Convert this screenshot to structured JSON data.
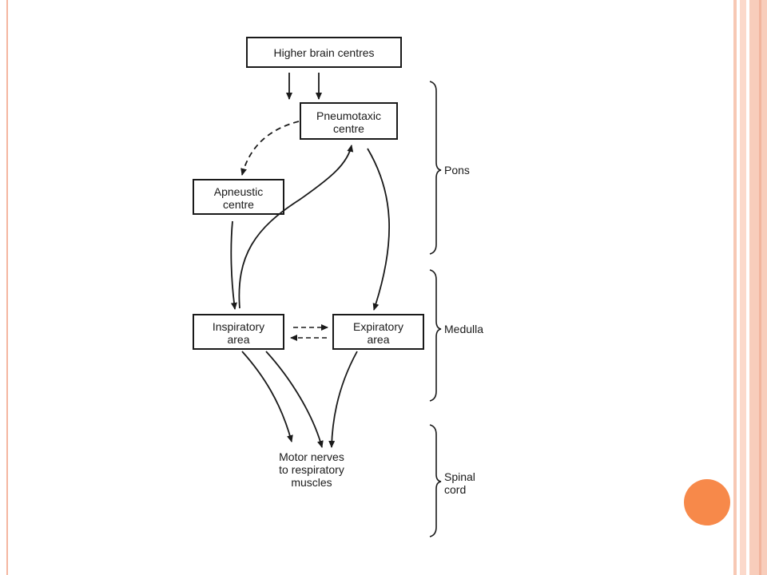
{
  "boxes": {
    "higher_brain": "Higher brain centres",
    "pneumotaxic": [
      "Pneumotaxic",
      "centre"
    ],
    "apneustic": [
      "Apneustic",
      "centre"
    ],
    "inspiratory": [
      "Inspiratory",
      "area"
    ],
    "expiratory": [
      "Expiratory",
      "area"
    ]
  },
  "motor_nerves": [
    "Motor nerves",
    "to respiratory",
    "muscles"
  ],
  "regions": {
    "pons": "Pons",
    "medulla": "Medulla",
    "spinal": [
      "Spinal",
      "cord"
    ]
  },
  "colors": {
    "frame": "#f4b6a0",
    "accent": "#f7894a",
    "ink": "#1a1a1a"
  }
}
